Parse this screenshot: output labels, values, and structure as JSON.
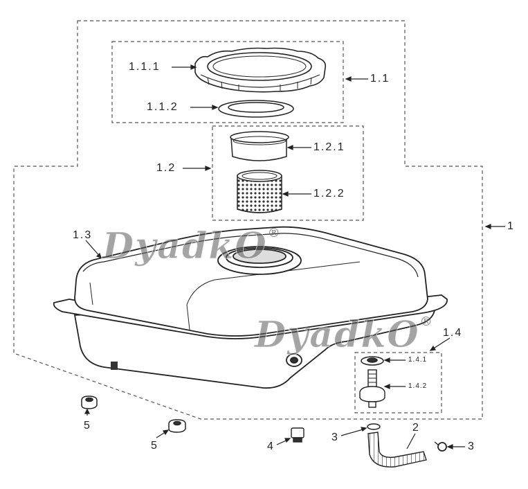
{
  "diagram": {
    "callouts": {
      "assembly": "1",
      "cap_assembly": "1.1",
      "cap": "1.1.1",
      "cap_gasket": "1.1.2",
      "strainer_assembly": "1.2",
      "strainer_ring": "1.2.1",
      "strainer_mesh": "1.2.2",
      "tank": "1.3",
      "valve_assembly": "1.4",
      "valve_washer": "1.4.1",
      "valve_body": "1.4.2",
      "hose": "2",
      "clip_left": "3",
      "clip_right": "3",
      "bolt": "4",
      "cushion_left": "5",
      "cushion_right": "5"
    },
    "watermark": {
      "text": "DyadkO",
      "mark": "®"
    },
    "colors": {
      "line": "#222222",
      "dashed_box": "#555555",
      "watermark": "#5a5a5a"
    }
  }
}
